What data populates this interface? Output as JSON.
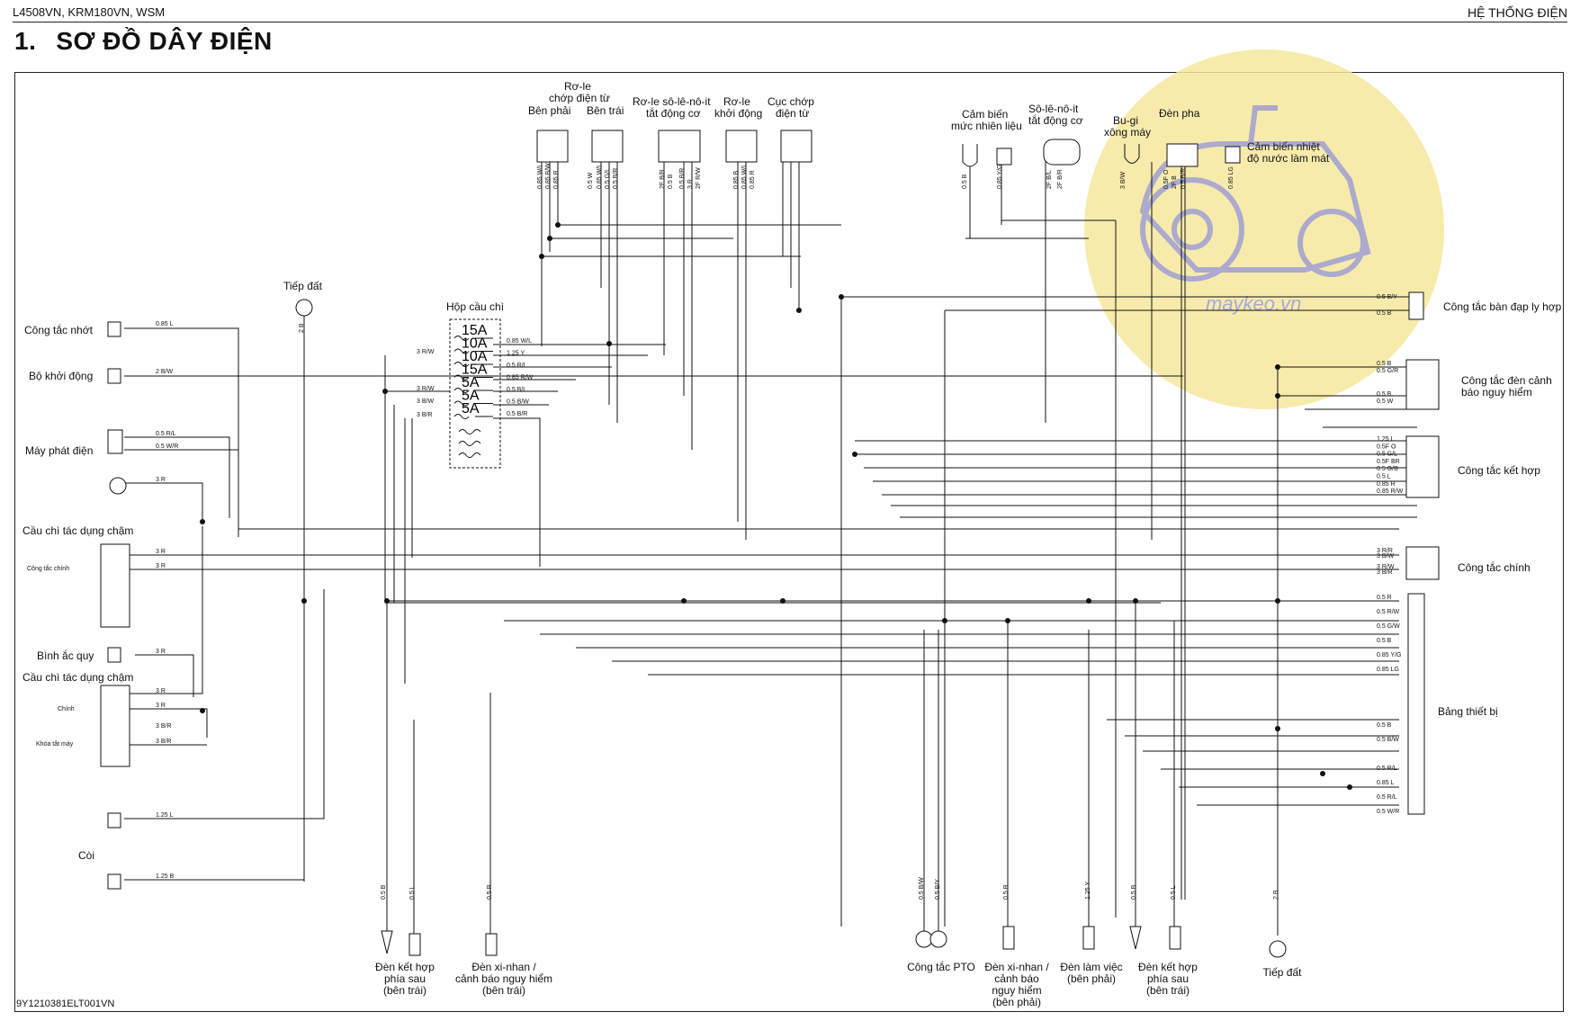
{
  "header": {
    "left": "L4508VN, KRM180VN, WSM",
    "right": "HỆ THỐNG ĐIỆN"
  },
  "title": {
    "number": "1.",
    "text": "SƠ ĐỒ DÂY ĐIỆN"
  },
  "footer": {
    "code": "9Y1210381ELT001VN"
  },
  "watermark": {
    "text": "maykeo.vn",
    "color": "#f4e08a",
    "logo_color": "#8f8fd0"
  },
  "diagram": {
    "top_components": {
      "relay_group_title_1": "Rơ-le",
      "relay_group_title_2": "chớp điện từ",
      "relay_right": "Bên phải",
      "relay_left": "Bên trái",
      "engine_stop_1": "Rơ-le sô-lê-nô-it",
      "engine_stop_2": "tắt động cơ",
      "starter_relay_1": "Rơ-le",
      "starter_relay_2": "khởi động",
      "flasher_1": "Cục chớp",
      "flasher_2": "điện từ",
      "fuel_sensor_1": "Cảm biến",
      "fuel_sensor_2": "mức nhiên liệu",
      "stop_solenoid_1": "Sô-lê-nô-it",
      "stop_solenoid_2": "tắt động cơ",
      "glow_plug_1": "Bu-gi",
      "glow_plug_2": "xông máy",
      "headlight": "Đèn pha",
      "temp_sensor_1": "Cảm biến nhiệt",
      "temp_sensor_2": "độ nước làm mát"
    },
    "left_components": {
      "ground_top": "Tiếp đất",
      "oil_switch": "Công tắc nhớt",
      "starter": "Bộ khởi động",
      "alternator": "Máy phát điện",
      "slow_fuse_1": "Cầu chì tác dụng chậm",
      "slow_fuse_1_label": "Công tắc chính",
      "battery": "Bình ắc quy",
      "slow_fuse_2": "Cầu chì tác dụng chậm",
      "slow_fuse_2_label_a": "Chính",
      "slow_fuse_2_label_b": "Khóa tắt máy",
      "horn": "Còi"
    },
    "fuse_box": {
      "title": "Hộp cầu chì",
      "fuses": [
        "15A",
        "10A",
        "10A",
        "15A",
        "5A",
        "5A",
        "5A"
      ]
    },
    "right_components": {
      "clutch_switch": "Công tắc bàn đạp ly hợp",
      "hazard_switch_1": "Công tắc đèn cảnh",
      "hazard_switch_2": "báo nguy hiểm",
      "combo_switch": "Công tắc kết hợp",
      "main_switch": "Công tắc chính",
      "instrument_panel": "Bảng thiết bị"
    },
    "bottom_components": {
      "rear_combo_left_1": "Đèn kết hợp",
      "rear_combo_left_2": "phía sau",
      "rear_combo_left_3": "(bên trái)",
      "turn_left_1": "Đèn xi-nhan /",
      "turn_left_2": "cảnh báo nguy hiểm",
      "turn_left_3": "(bên trái)",
      "pto_switch": "Công tắc PTO",
      "turn_right_1": "Đèn xi-nhan /",
      "turn_right_2": "cảnh báo",
      "turn_right_3": "nguy hiểm",
      "turn_right_4": "(bên phải)",
      "work_light_1": "Đèn làm việc",
      "work_light_2": "(bên phải)",
      "rear_combo_right_1": "Đèn kết hợp",
      "rear_combo_right_2": "phía sau",
      "rear_combo_right_3": "(bên trái)",
      "ground_bottom": "Tiếp đất"
    },
    "wire_labels": {
      "oil": "0.85 L",
      "starter": "2 B/W",
      "alt_1": "0.5 R/L",
      "alt_2": "0.5 W/R",
      "alt_3": "3 R",
      "fuse1_a": "3 R",
      "fuse1_b": "3 R",
      "battery": "3 R",
      "fuse2_a": "3 R",
      "fuse2_b": "3 R",
      "fuse2_c": "3 B/R",
      "fuse2_d": "3 B/R",
      "horn_1": "1.25 L",
      "horn_2": "1.25 B",
      "ground_top": "2 B",
      "fb_in_1": "3 R/W",
      "fb_in_2": "3 R/W",
      "fb_in_3": "3 B/W",
      "fb_in_4": "3 B/R",
      "fb_out": [
        "0.85 W/L",
        "1.25 Y",
        "0.5 R/L",
        "0.85 R/W",
        "0.5 B/L",
        "0.5 B/W",
        "0.5 B/R"
      ],
      "clutch": [
        "0.5 B/Y",
        "0.5 B"
      ],
      "hazard": [
        "0.5 B",
        "0.5 G/R",
        "0.5 B",
        "0.5 W"
      ],
      "combo": [
        "1.25 L",
        "0.5F O",
        "0.5 G/L",
        "0.5F BR",
        "0.5 G/B",
        "0.5 L",
        "0.85 R",
        "0.85 R/W"
      ],
      "main": [
        "3 R/R",
        "3 B/W",
        "3 R/W",
        "3 B/R"
      ],
      "panel": [
        "0.5 R",
        "0.5 R/W",
        "0.5 G/W",
        "0.5 B",
        "0.85 Y/G",
        "0.85 LG",
        "0.5 B",
        "0.5 B/W",
        "0.5 R/L",
        "0.85 L",
        "0.5 R/L",
        "0.5 W/R"
      ],
      "bottom": [
        "0.5 B",
        "0.5 L",
        "0.5 R",
        "0.5 B/W",
        "0.5 B/Y",
        "0.5 R",
        "1.25 Y",
        "0.5 B",
        "0.5 L",
        "2 B"
      ],
      "top": [
        "0.85 W/L",
        "0.85 B/W",
        "0.85 R",
        "0.5 W",
        "0.85 W/L",
        "0.5 G/L",
        "0.5 B/R",
        "2F B/R",
        "0.5 B",
        "0.5 B/R",
        "3 R",
        "2F R/W",
        "0.85 B",
        "0.85 W/L",
        "0.85 R",
        "0.5 B",
        "0.85 Y/G",
        "2F B/L",
        "2F B/R",
        "3 B/W",
        "0.5F O",
        "2F B",
        "0.5 B/R",
        "0.85 LG"
      ]
    }
  }
}
